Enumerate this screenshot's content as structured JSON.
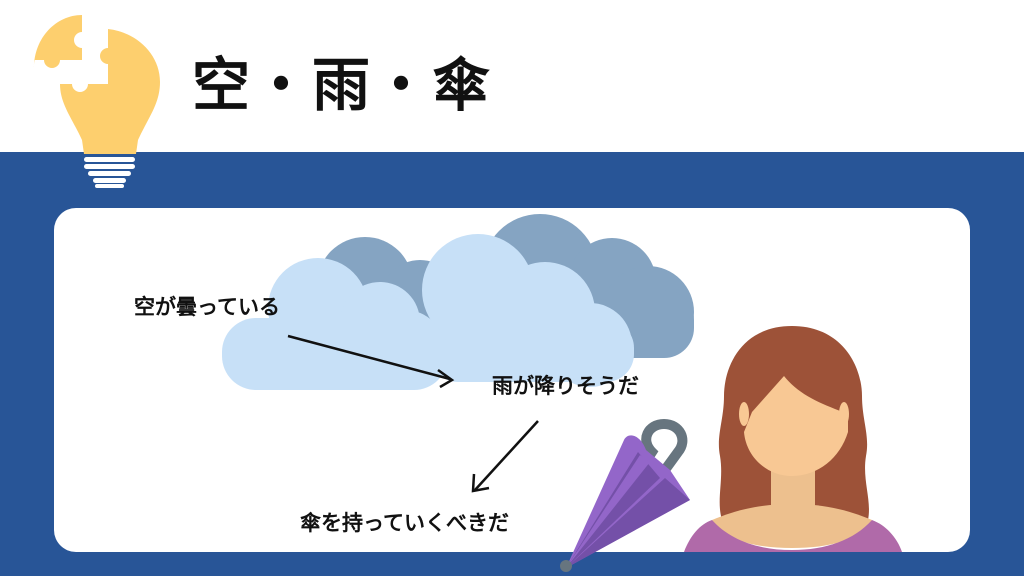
{
  "header": {
    "title": "空・雨・傘",
    "icon": "lightbulb-puzzle-icon"
  },
  "diagram": {
    "steps": [
      {
        "label": "空が曇っている"
      },
      {
        "label": "雨が降りそうだ"
      },
      {
        "label": "傘を持っていくべきだ"
      }
    ],
    "illustrations": [
      "cloud-icon",
      "umbrella-icon",
      "woman-avatar"
    ]
  },
  "colors": {
    "band": "#285597",
    "card": "#ffffff",
    "bulb": "#fdcf6e",
    "cloud_light": "#c7e0f7",
    "cloud_dark": "#85a4c2",
    "umbrella_light": "#9366c9",
    "umbrella_dark": "#7450a8",
    "handle": "#67757f",
    "hair": "#9d5238",
    "skin": "#f8c894",
    "neck": "#edc08e",
    "shirt": "#b06aa9"
  }
}
